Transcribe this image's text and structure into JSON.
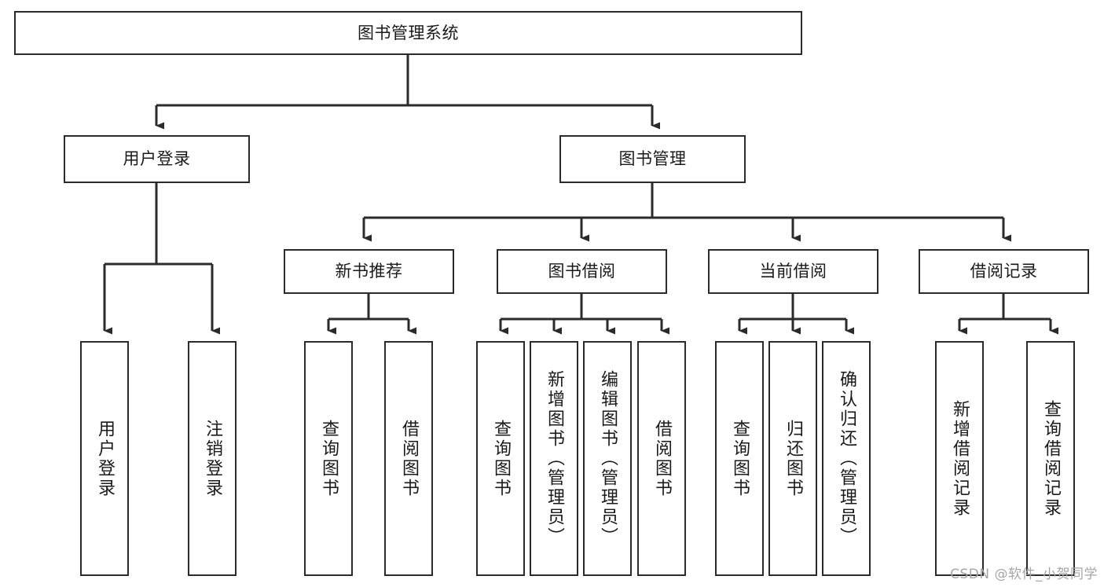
{
  "diagram": {
    "title": "图书管理系统",
    "type": "tree",
    "watermark": "CSDN @软件_小贺同学",
    "stroke_color": "#2b2b2b",
    "fill_color": "#ffffff",
    "text_color": "#1a1a1a",
    "watermark_color": "#a6a6a6"
  },
  "nodes": {
    "root": {
      "label": "图书管理系统",
      "orientation": "horizontal"
    },
    "level1": [
      {
        "id": "user-login",
        "label": "用户登录",
        "orientation": "horizontal"
      },
      {
        "id": "book-manage",
        "label": "图书管理",
        "orientation": "horizontal"
      }
    ],
    "level2": [
      {
        "id": "new-book-recommend",
        "label": "新书推荐",
        "orientation": "horizontal"
      },
      {
        "id": "book-borrow",
        "label": "图书借阅",
        "orientation": "horizontal"
      },
      {
        "id": "current-borrow",
        "label": "当前借阅",
        "orientation": "horizontal"
      },
      {
        "id": "borrow-record",
        "label": "借阅记录",
        "orientation": "horizontal"
      }
    ],
    "leaves": [
      {
        "id": "leaf-user-login",
        "label": "用户登录",
        "orientation": "vertical",
        "parent": "user-login"
      },
      {
        "id": "leaf-user-logout",
        "label": "注销登录",
        "orientation": "vertical",
        "parent": "user-login"
      },
      {
        "id": "leaf-query-book-1",
        "label": "查询图书",
        "orientation": "vertical",
        "parent": "new-book-recommend"
      },
      {
        "id": "leaf-borrow-book-1",
        "label": "借阅图书",
        "orientation": "vertical",
        "parent": "new-book-recommend"
      },
      {
        "id": "leaf-query-book-2",
        "label": "查询图书",
        "orientation": "vertical",
        "parent": "book-borrow"
      },
      {
        "id": "leaf-add-book",
        "label": "新增图书（管理员）",
        "orientation": "vertical",
        "parent": "book-borrow"
      },
      {
        "id": "leaf-edit-book",
        "label": "编辑图书（管理员）",
        "orientation": "vertical",
        "parent": "book-borrow"
      },
      {
        "id": "leaf-borrow-book-2",
        "label": "借阅图书",
        "orientation": "vertical",
        "parent": "book-borrow"
      },
      {
        "id": "leaf-query-book-3",
        "label": "查询图书",
        "orientation": "vertical",
        "parent": "current-borrow"
      },
      {
        "id": "leaf-return-book",
        "label": "归还图书",
        "orientation": "vertical",
        "parent": "current-borrow"
      },
      {
        "id": "leaf-confirm-return",
        "label": "确认归还（管理员）",
        "orientation": "vertical",
        "parent": "current-borrow"
      },
      {
        "id": "leaf-add-record",
        "label": "新增借阅记录",
        "orientation": "vertical",
        "parent": "borrow-record"
      },
      {
        "id": "leaf-query-record",
        "label": "查询借阅记录",
        "orientation": "vertical",
        "parent": "borrow-record"
      }
    ]
  }
}
